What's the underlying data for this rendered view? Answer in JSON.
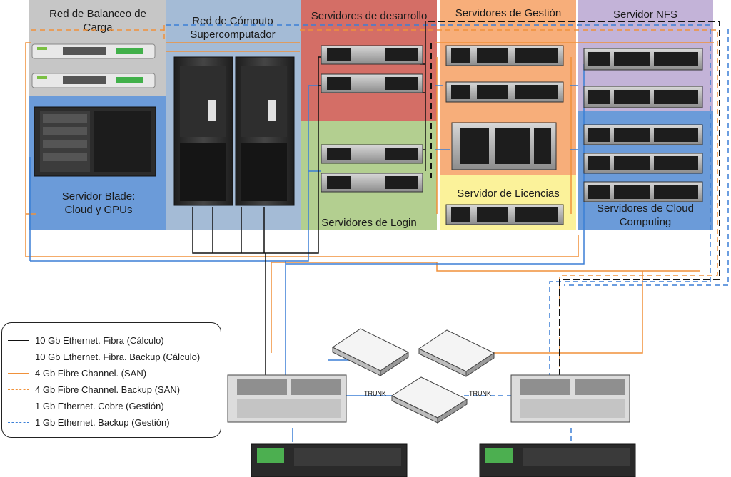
{
  "zones": {
    "load_balancer": "Red de Balanceo de Carga",
    "compute": "Red de Cómputo Supercomputador",
    "dev": "Servidores de desarrollo",
    "mgmt": "Servidores de Gestión",
    "nfs": "Servidor NFS",
    "blade": "Servidor Blade: Cloud y GPUs",
    "login": "Servidores de Login",
    "licenses": "Servidor de Licencias",
    "cloud": "Servidores de Cloud Computing"
  },
  "trunk_labels": [
    "TRUNK",
    "TRUNK"
  ],
  "legend": [
    {
      "label": "10 Gb Ethernet. Fibra (Cálculo)",
      "color": "#111111",
      "dashed": false
    },
    {
      "label": "10 Gb Ethernet. Fibra. Backup (Cálculo)",
      "color": "#111111",
      "dashed": true
    },
    {
      "label": "4 Gb Fibre Channel. (SAN)",
      "color": "#f0913a",
      "dashed": false
    },
    {
      "label": "4 Gb Fibre Channel. Backup (SAN)",
      "color": "#f0913a",
      "dashed": true
    },
    {
      "label": "1 Gb Ethernet. Cobre (Gestión)",
      "color": "#3b7fd6",
      "dashed": false
    },
    {
      "label": "1 Gb Ethernet. Backup (Gestión)",
      "color": "#3b7fd6",
      "dashed": true
    }
  ]
}
